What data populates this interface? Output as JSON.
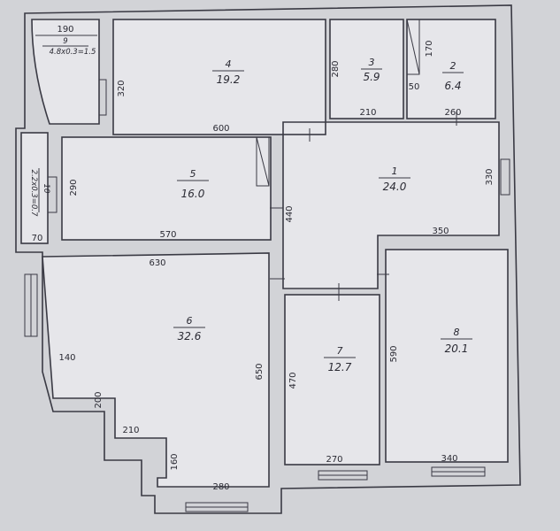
{
  "rooms": [
    {
      "id": "9",
      "number": "9",
      "area": "4.8x0.3=1.5",
      "dim_top": "190"
    },
    {
      "id": "4",
      "number": "4",
      "area": "19.2",
      "dim_left": "320",
      "dim_right": "280",
      "dim_bottom": "600"
    },
    {
      "id": "3",
      "number": "3",
      "area": "5.9",
      "dim_bottom": "210"
    },
    {
      "id": "2",
      "number": "2",
      "area": "6.4",
      "dim_right": "170",
      "dim_inset": "50",
      "dim_bottom": "260"
    },
    {
      "id": "10",
      "number": "10",
      "area": "2.2x0.3=0.7",
      "dim_bottom": "70"
    },
    {
      "id": "5",
      "number": "5",
      "area": "16.0",
      "dim_left": "290",
      "dim_bottom": "570"
    },
    {
      "id": "1",
      "number": "1",
      "area": "24.0",
      "dim_left": "440",
      "dim_right": "330",
      "dim_bottom": "350"
    },
    {
      "id": "6",
      "number": "6",
      "area": "32.6",
      "dim_top": "630",
      "dim_right": "650",
      "dim_140": "140",
      "dim_200": "200",
      "dim_210": "210",
      "dim_160": "160",
      "dim_280": "280"
    },
    {
      "id": "7",
      "number": "7",
      "area": "12.7",
      "dim_left": "470",
      "dim_bottom": "270"
    },
    {
      "id": "8",
      "number": "8",
      "area": "20.1",
      "dim_left": "590",
      "dim_bottom": "340"
    }
  ]
}
